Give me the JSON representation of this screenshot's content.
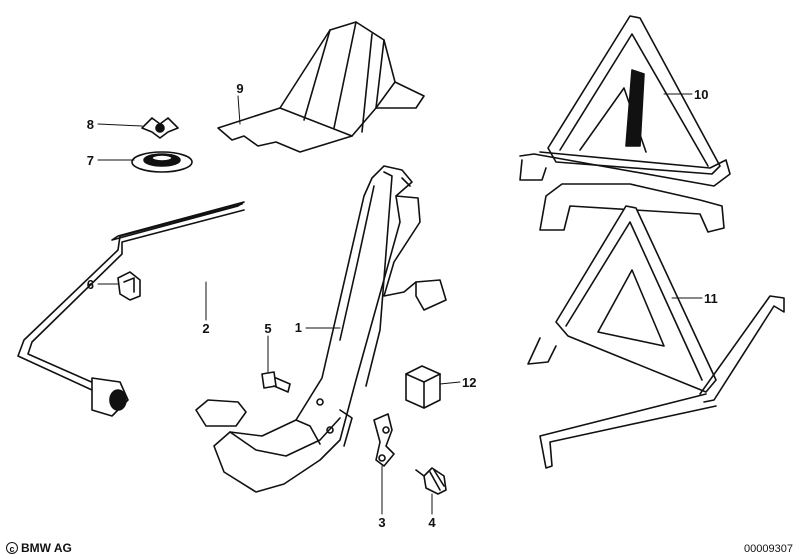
{
  "diagram": {
    "callouts": [
      {
        "id": "1",
        "label": "1"
      },
      {
        "id": "2",
        "label": "2"
      },
      {
        "id": "3",
        "label": "3"
      },
      {
        "id": "4",
        "label": "4"
      },
      {
        "id": "5",
        "label": "5"
      },
      {
        "id": "6",
        "label": "6"
      },
      {
        "id": "7",
        "label": "7"
      },
      {
        "id": "8",
        "label": "8"
      },
      {
        "id": "9",
        "label": "9"
      },
      {
        "id": "10",
        "label": "10"
      },
      {
        "id": "11",
        "label": "11"
      },
      {
        "id": "12",
        "label": "12"
      }
    ]
  },
  "footer": {
    "copyright_symbol": "c",
    "brand": "BMW AG",
    "image_number": "00009307"
  }
}
